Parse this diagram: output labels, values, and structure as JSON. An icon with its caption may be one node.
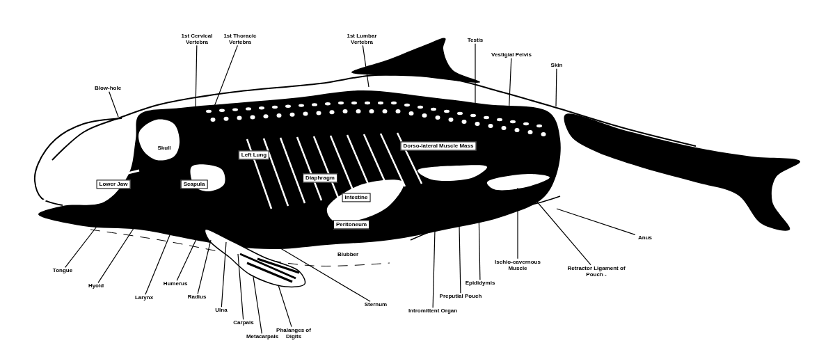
{
  "diagram": {
    "nodes": [
      {
        "text": [
          "Blow-hole"
        ]
      },
      {
        "text": [
          "1st Cervical Vertebra"
        ]
      },
      {
        "text": [
          "1st Thoracic Vertebra"
        ]
      },
      {
        "text": [
          "1st Lumbar Vertebra"
        ]
      },
      {
        "text": [
          "Testis"
        ]
      },
      {
        "text": [
          "Vestigial Pelvis"
        ]
      },
      {
        "text": [
          "Skin"
        ]
      },
      {
        "text": [
          "Tongue"
        ]
      },
      {
        "text": [
          "Hyoid"
        ]
      },
      {
        "text": [
          "Larynx"
        ]
      },
      {
        "text": [
          "Humerus"
        ]
      },
      {
        "text": [
          "Radius"
        ]
      },
      {
        "text": [
          "Ulna"
        ]
      },
      {
        "text": [
          "Carpals"
        ]
      },
      {
        "text": [
          "Metacarpals"
        ]
      },
      {
        "text": [
          "Phalanges of Digits"
        ]
      },
      {
        "text": [
          "Sternum"
        ]
      },
      {
        "text": [
          "Intromittent Organ"
        ]
      },
      {
        "text": [
          "Preputial Pouch"
        ]
      },
      {
        "text": [
          "Epididymis"
        ]
      },
      {
        "text": [
          "Ischio-cavernous Muscle"
        ]
      },
      {
        "text": [
          "Retractor Ligament of Pouch -"
        ]
      },
      {
        "text": [
          "Anus"
        ]
      },
      {
        "text": [
          "Lower Jaw"
        ]
      },
      {
        "text": [
          "Scapula"
        ]
      },
      {
        "text": [
          "Left Lung"
        ]
      },
      {
        "text": [
          "Diaphragm"
        ]
      },
      {
        "text": [
          "Dorso-lateral Muscle Mass"
        ]
      },
      {
        "text": [
          "Intestine"
        ]
      },
      {
        "text": [
          "Peritoneum"
        ]
      }
    ],
    "edges": [
      {
        "from": 0,
        "to": null,
        "arrow": "none"
      },
      {
        "from": 1,
        "to": null,
        "arrow": "none"
      },
      {
        "from": 2,
        "to": null,
        "arrow": "none"
      },
      {
        "from": 3,
        "to": null,
        "arrow": "none"
      },
      {
        "from": 4,
        "to": null,
        "arrow": "none"
      },
      {
        "from": 5,
        "to": null,
        "arrow": "none"
      },
      {
        "from": 6,
        "to": null,
        "arrow": "none"
      },
      {
        "from": 7,
        "to": null,
        "arrow": "none"
      },
      {
        "from": 8,
        "to": null,
        "arrow": "none"
      },
      {
        "from": 9,
        "to": null,
        "arrow": "none"
      },
      {
        "from": 10,
        "to": null,
        "arrow": "none"
      },
      {
        "from": 11,
        "to": null,
        "arrow": "none"
      },
      {
        "from": 12,
        "to": null,
        "arrow": "none"
      },
      {
        "from": 13,
        "to": null,
        "arrow": "none"
      },
      {
        "from": 14,
        "to": null,
        "arrow": "none"
      },
      {
        "from": 15,
        "to": null,
        "arrow": "none"
      },
      {
        "from": 16,
        "to": null,
        "arrow": "none"
      },
      {
        "from": 17,
        "to": null,
        "arrow": "none"
      },
      {
        "from": 18,
        "to": null,
        "arrow": "none"
      },
      {
        "from": 19,
        "to": null,
        "arrow": "none"
      },
      {
        "from": 20,
        "to": null,
        "arrow": "none"
      },
      {
        "from": 21,
        "to": null,
        "arrow": "none"
      },
      {
        "from": 22,
        "to": null,
        "arrow": "none"
      }
    ],
    "labels": [
      "Skull",
      "Blubber"
    ]
  }
}
